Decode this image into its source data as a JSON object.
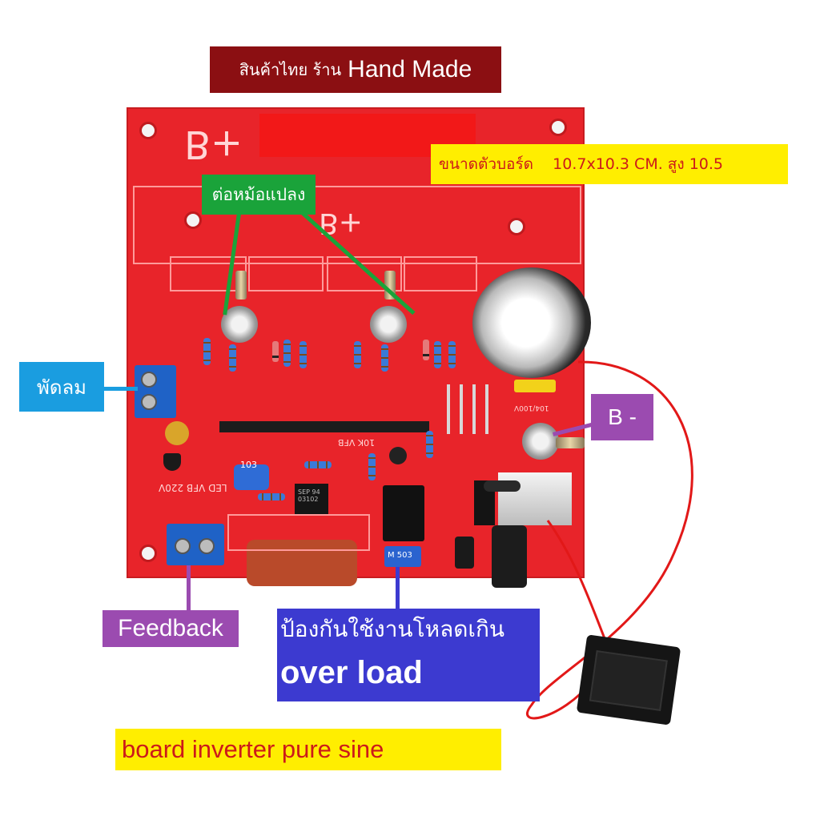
{
  "labels": {
    "header": {
      "thai": "สินค้าไทย ร้าน",
      "brand": "Hand Made"
    },
    "board_size": "ขนาดตัวบอร์ด    10.7x10.3 CM. สูง 10.5",
    "transformer": "ต่อหม้อแปลง",
    "fan": "พัดลม",
    "b_minus": "B -",
    "feedback": "Feedback",
    "overload_thai": "ป้องกันใช้งานโหลดเกิน",
    "overload_en": "over load",
    "footer": "board inverter pure sine"
  },
  "silkscreen": {
    "b_plus_top": "B+",
    "b_plus_mid": "B+",
    "vfb": "10K VFB",
    "led_vfb": "LED VFB 220V",
    "cap_value": "104/100V",
    "ic_label": "SEP 94 03102",
    "trim_label": "M 503",
    "trimpot_value": "103"
  },
  "colors": {
    "board_red": "#e8242a",
    "header_bg": "#8b0f12",
    "yellow_bg": "#ffee00",
    "green_bg": "#1aa33a",
    "blue_bg": "#1a9de0",
    "purple_bg": "#9b4bb0",
    "indigo_bg": "#3c3ad0",
    "wire_red": "#e21818"
  }
}
